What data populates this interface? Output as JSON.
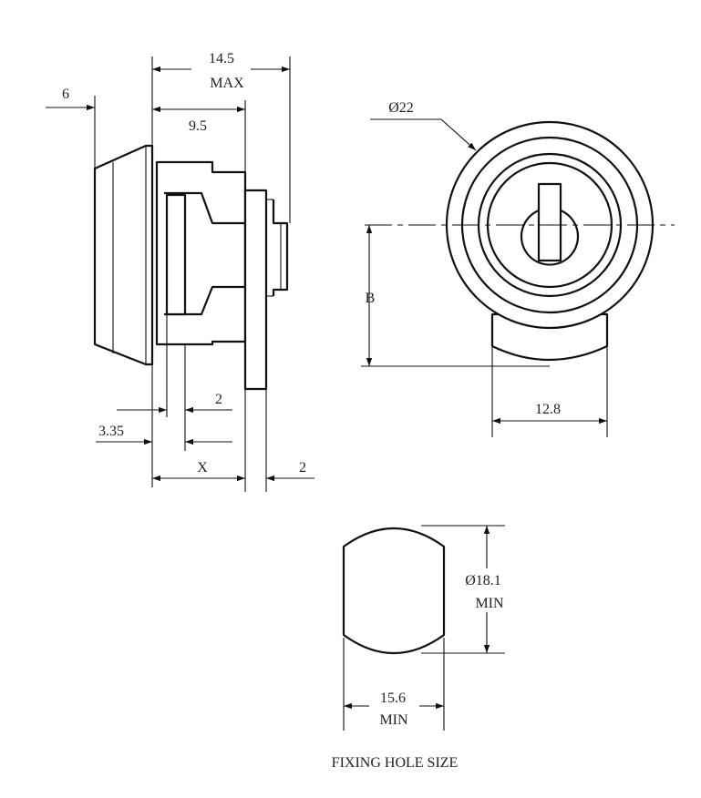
{
  "dimensions": {
    "side_view": {
      "overall_length": "14.5",
      "overall_length_note": "MAX",
      "body_length": "9.5",
      "front_offset": "6",
      "bezel_depth": "3.35",
      "slot_width": "2",
      "panel_thickness_var": "X",
      "cam_thickness": "2"
    },
    "front_view": {
      "diameter": "Ø22",
      "cam_height_var": "B",
      "cam_width": "12.8"
    },
    "fixing_hole": {
      "height": "Ø18.1",
      "height_note": "MIN",
      "width": "15.6",
      "width_note": "MIN"
    }
  },
  "captions": {
    "fixing_hole": "FIXING HOLE SIZE"
  }
}
